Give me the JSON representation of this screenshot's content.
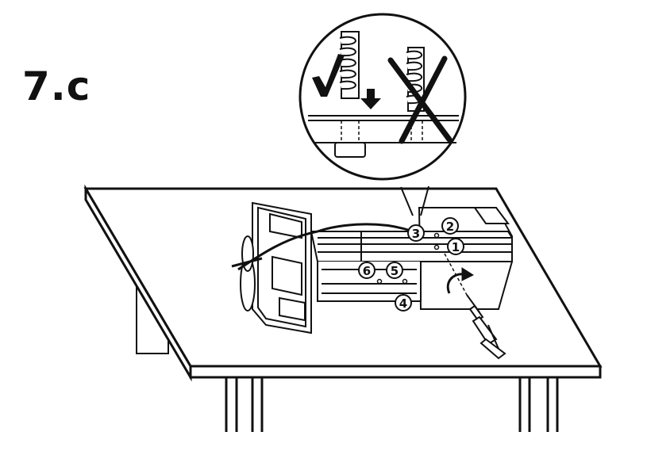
{
  "step": {
    "label": "7.c"
  },
  "callouts": {
    "n1": "1",
    "n2": "2",
    "n3": "3",
    "n4": "4",
    "n5": "5",
    "n6": "6"
  },
  "icons": {
    "correct": "check-mark-icon",
    "incorrect": "cross-mark-icon",
    "insert": "down-arrow-icon",
    "rotate": "rotate-arrow-icon"
  },
  "colors": {
    "line": "#111111",
    "fill": "#ffffff",
    "shade": "#333333"
  }
}
